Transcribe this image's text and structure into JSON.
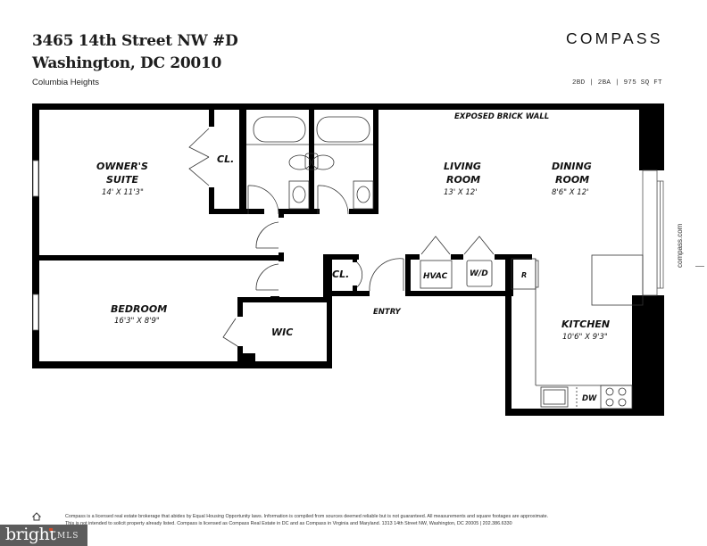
{
  "header": {
    "address_line1": "3465 14th Street NW #D",
    "address_line2": "Washington, DC 20010",
    "neighborhood": "Columbia Heights",
    "brand_logo": "COMPASS",
    "stats": "2BD  |  2BA  |  975 SQ FT"
  },
  "side_label": "compass.com",
  "floorplan": {
    "notes": {
      "brick_wall": "EXPOSED BRICK WALL",
      "entry": "ENTRY"
    },
    "rooms": [
      {
        "name": "OWNER'S",
        "name2": "SUITE",
        "dims": "14' X 11'3\""
      },
      {
        "name": "BEDROOM",
        "dims": "16'3\" X 8'9\""
      },
      {
        "name": "LIVING",
        "name2": "ROOM",
        "dims": "13' X 12'"
      },
      {
        "name": "DINING",
        "name2": "ROOM",
        "dims": "8'6\" X 12'"
      },
      {
        "name": "KITCHEN",
        "dims": "10'6\" X 9'3\""
      }
    ],
    "small_labels": {
      "closet_owner": "CL.",
      "closet_entry": "CL.",
      "wic": "WIC",
      "hvac": "HVAC",
      "wd": "W/D",
      "fridge": "R",
      "dishwasher": "DW"
    }
  },
  "footer": {
    "disclaimer_line1": "Compass is a licensed real estate brokerage that abides by Equal Housing Opportunity laws. Information is compiled from sources deemed reliable but is not guaranteed. All measurements and square footages are approximate.",
    "disclaimer_line2": "This is not intended to solicit property already listed. Compass is licensed as Compass Real Estate in DC and as Compass in Virginia and Maryland. 1313 14th Street NW, Washington, DC 20005 | 202.386.6330",
    "mls_badge": {
      "word": "bright",
      "suffix": "MLS"
    }
  },
  "colors": {
    "wall": "#000000",
    "text": "#1a1a1a",
    "mls_badge_bg": "#5c5c5c",
    "mls_accent": "#d04a2a"
  }
}
